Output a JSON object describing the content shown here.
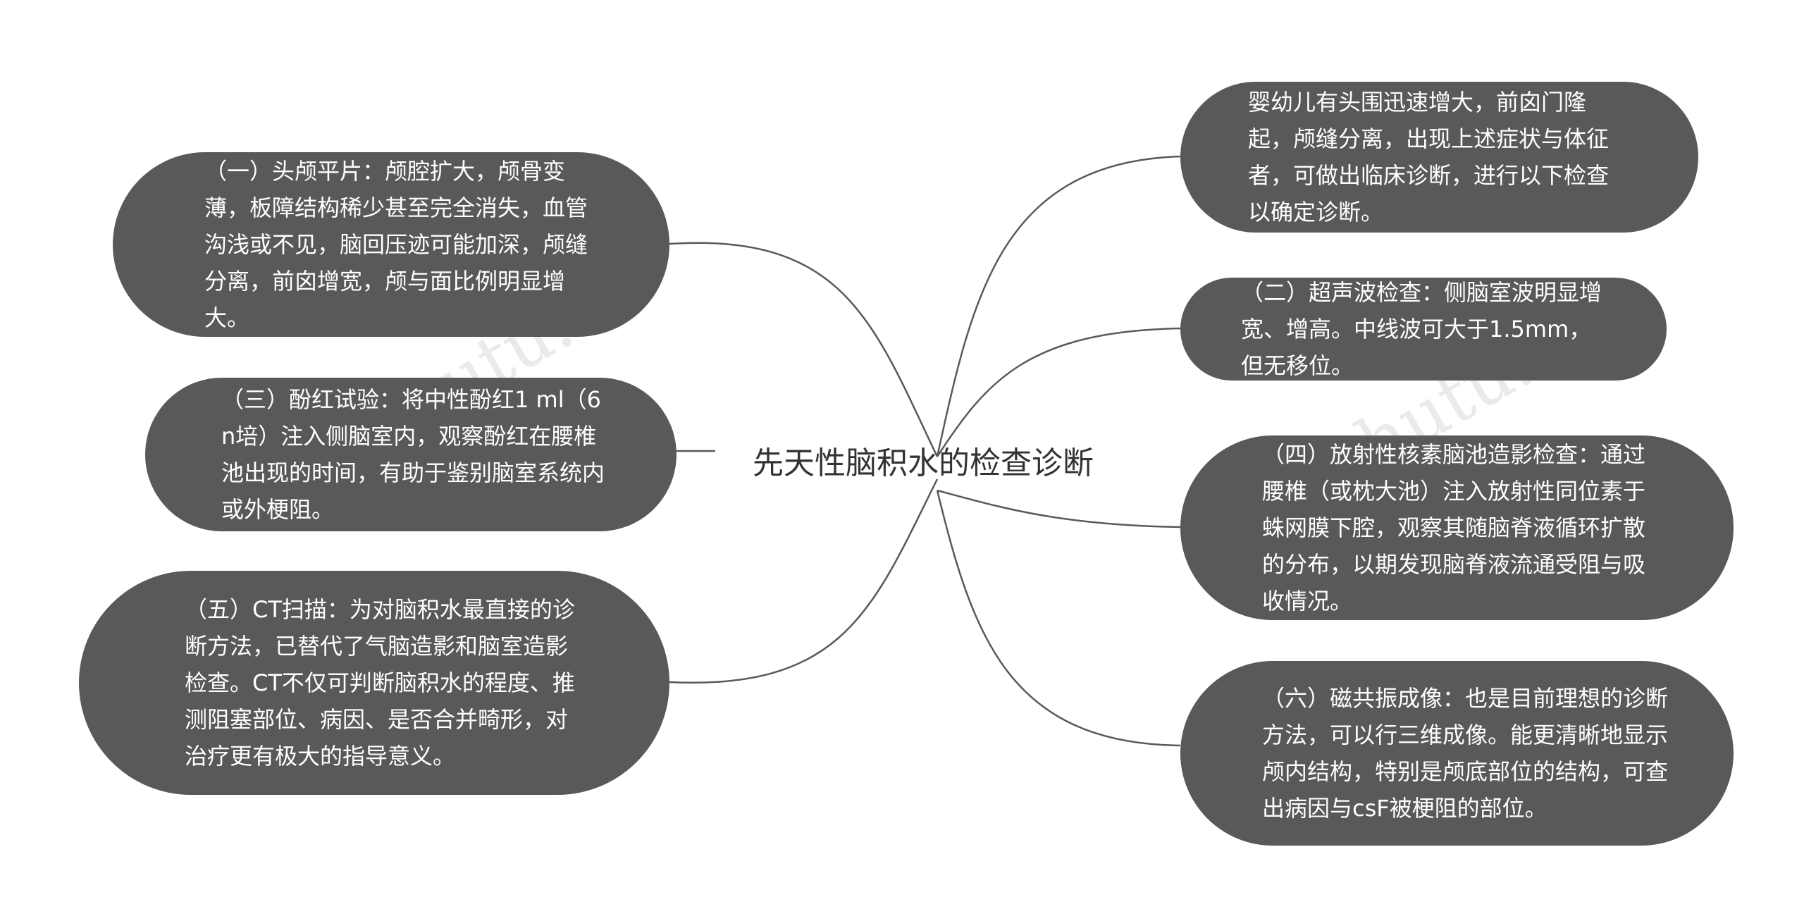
{
  "center": {
    "title": "先天性脑积水的检查诊断"
  },
  "branches": {
    "ct_skull": "（一）头颅平片：颅腔扩大，颅骨变薄，板障结构稀少甚至完全消失，血管沟浅或不见，脑回压迹可能加深，颅缝分离，前囟增宽，颅与面比例明显增大。",
    "pst": "（三）酚红试验：将中性酚红1 ml（6n培）注入侧脑室内，观察酚红在腰椎池出现的时间，有助于鉴别脑室系统内或外梗阻。",
    "ct_scan": "（五）CT扫描：为对脑积水最直接的诊断方法，已替代了气脑造影和脑室造影检查。CT不仅可判断脑积水的程度、推测阻塞部位、病因、是否合并畸形，对治疗更有极大的指导意义。",
    "infant": "婴幼儿有头围迅速增大，前囟门隆起，颅缝分离，出现上述症状与体征者，可做出临床诊断，进行以下检查以确定诊断。",
    "ultrasound": "（二）超声波检查：侧脑室波明显增宽、增高。中线波可大于1.5mm，但无移位。",
    "radionuclide": "（四）放射性核素脑池造影检查：通过腰椎（或枕大池）注入放射性同位素于蛛网膜下腔，观察其随脑脊液循环扩散的分布，以期发现脑脊液流通受阻与吸收情况。",
    "mri": "（六）磁共振成像：也是目前理想的诊断方法，可以行三维成像。能更清晰地显示颅内结构，特别是颅底部位的结构，可查出病因与csF被梗阻的部位。"
  },
  "watermarks": {
    "left": "shutu.cn",
    "right": "树图 shutu.cn"
  },
  "colors": {
    "node_fill": "#595959",
    "node_text": "#ffffff",
    "connector": "#595959",
    "center_text": "#333333"
  }
}
